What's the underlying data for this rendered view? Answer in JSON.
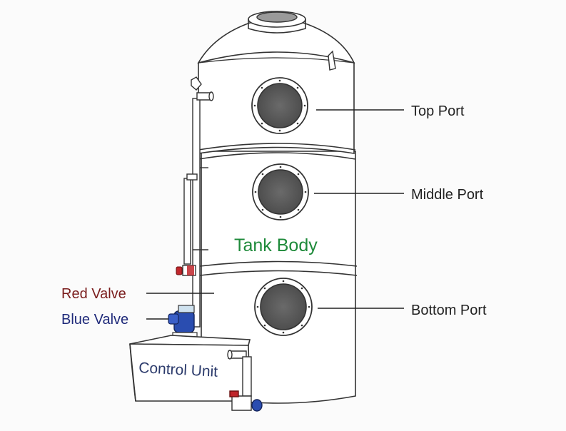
{
  "labels": {
    "top_port": "Top Port",
    "middle_port": "Middle Port",
    "bottom_port": "Bottom Port",
    "tank_body": "Tank Body",
    "red_valve": "Red Valve",
    "blue_valve": "Blue Valve",
    "control_unit": "Control Unit"
  },
  "colors": {
    "tank_body_text": "#1e8a3a",
    "red_valve_text": "#7a1c1c",
    "blue_valve_text": "#1f2a7a",
    "callout_text": "#222222",
    "outline": "#333333",
    "window_glass": "#5f5f5f",
    "red_valve": "#c0262c",
    "blue_valve": "#2a4db0"
  },
  "icons": {
    "red_valve": "valve-handle-icon",
    "blue_valve": "pump-icon"
  }
}
